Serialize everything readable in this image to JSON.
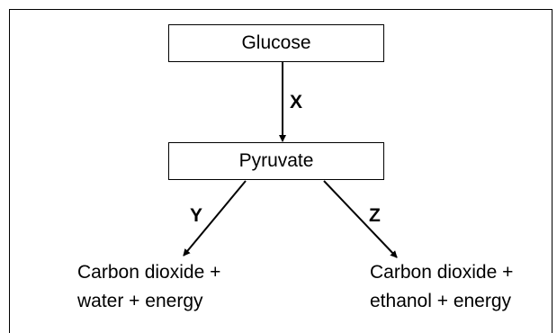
{
  "diagram": {
    "nodes": {
      "glucose": "Glucose",
      "pyruvate": "Pyruvate"
    },
    "steps": {
      "x": "X",
      "y": "Y",
      "z": "Z"
    },
    "products": {
      "left_line1": "Carbon dioxide +",
      "left_line2": "water + energy",
      "right_line1": "Carbon dioxide +",
      "right_line2": "ethanol + energy"
    }
  }
}
